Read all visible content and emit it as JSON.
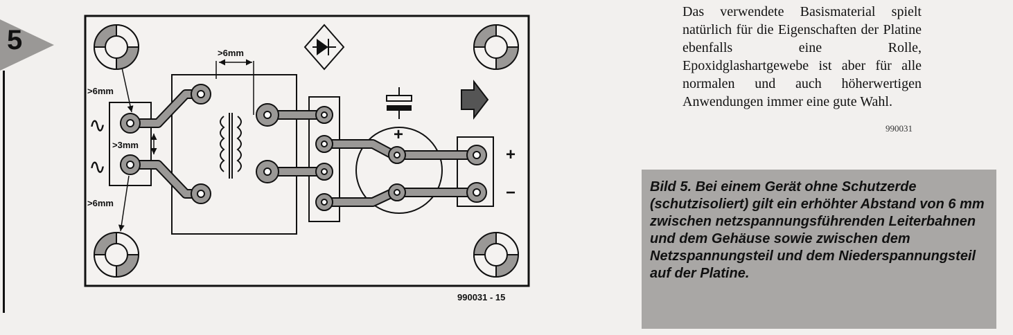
{
  "section": {
    "number": "5"
  },
  "figure": {
    "id": "990031 - 15",
    "labels": {
      "gap_top": ">6mm",
      "gap_left_upper": ">6mm",
      "gap_left_lower": ">6mm",
      "gap_between": ">3mm",
      "ac_upper": "∿",
      "ac_lower": "∿",
      "cap_plus": "+",
      "out_plus": "+",
      "out_minus": "−"
    }
  },
  "article": {
    "paragraph": "Das verwendete Basismaterial spielt natürlich für die Eigenschaften der Platine ebenfalls eine Rolle, Epoxidglashartgewebe ist aber für alle normalen und auch höherwertigen Anwendungen immer eine gute Wahl.",
    "ref_id": "990031"
  },
  "caption": {
    "text": "Bild 5. Bei einem Gerät ohne Schutzerde (schutzisoliert) gilt ein erhöhter Abstand von 6 mm zwischen netzspannungsführenden Leiterbahnen und dem Gehäuse sowie zwischen dem Netzspannungsteil und dem Niederspannungsteil auf der Platine."
  },
  "colors": {
    "pad": "#9a9896",
    "outline": "#111111",
    "caption_bg": "#a9a7a5"
  }
}
